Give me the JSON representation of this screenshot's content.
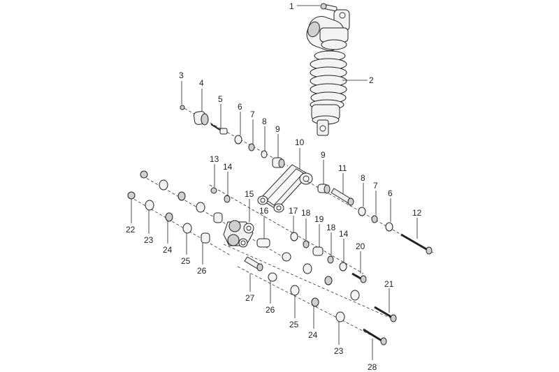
{
  "diagram": {
    "labels": {
      "p1": "1",
      "p2": "2",
      "p3": "3",
      "p4": "4",
      "p5": "5",
      "p6a": "6",
      "p7a": "7",
      "p8a": "8",
      "p9a": "9",
      "p10": "10",
      "p9b": "9",
      "p11": "11",
      "p8b": "8",
      "p7b": "7",
      "p6b": "6",
      "p12": "12",
      "p13": "13",
      "p14a": "14",
      "p15": "15",
      "p16": "16",
      "p17": "17",
      "p18a": "18",
      "p19": "19",
      "p18b": "18",
      "p14b": "14",
      "p20": "20",
      "p21": "21",
      "p22": "22",
      "p23a": "23",
      "p24a": "24",
      "p25a": "25",
      "p26a": "26",
      "p27": "27",
      "p26b": "26",
      "p25b": "25",
      "p24b": "24",
      "p23b": "23",
      "p28": "28"
    }
  }
}
